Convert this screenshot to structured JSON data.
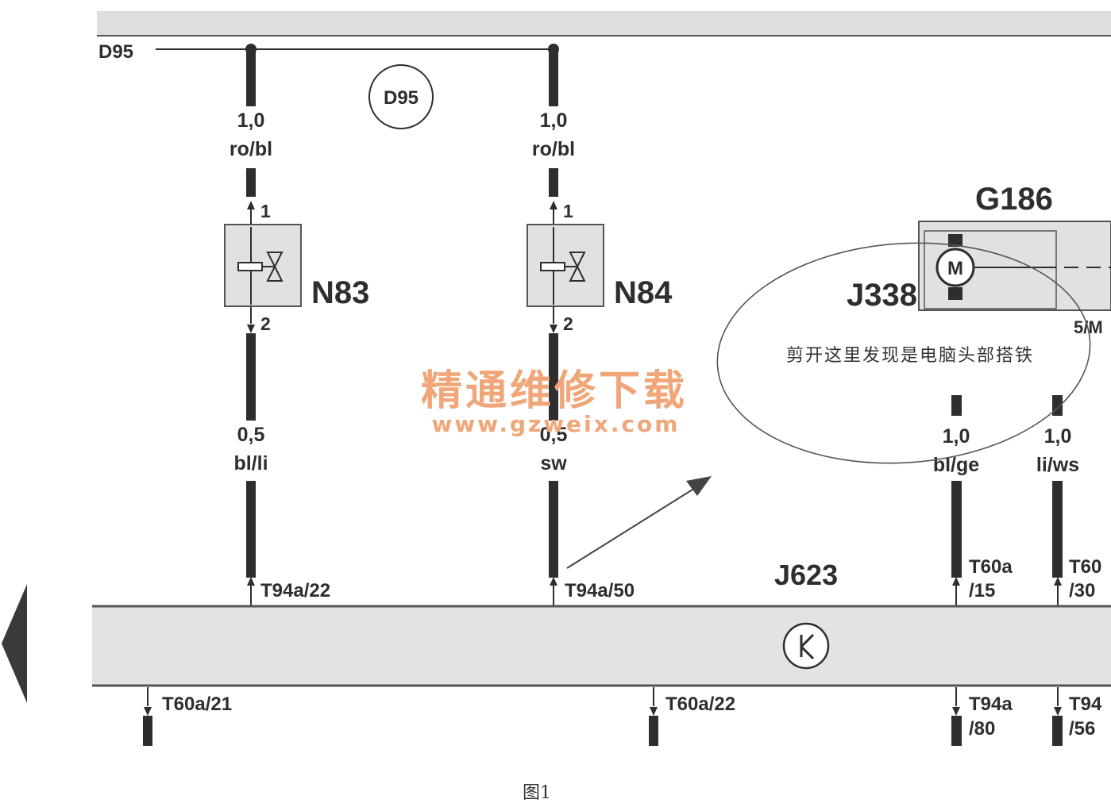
{
  "colors": {
    "background": "#ffffff",
    "frame": "#d6d6d6",
    "wire": "#2e2e2e",
    "ecu_fill": "#e3e3e3",
    "component_fill": "#e1e1e1",
    "watermark": "#f0a678"
  },
  "bus": {
    "name": "D95",
    "circle_label": "D95"
  },
  "components": {
    "n83": {
      "label": "N83",
      "pin_top": "1",
      "pin_bottom": "2"
    },
    "n84": {
      "label": "N84",
      "pin_top": "1",
      "pin_bottom": "2"
    },
    "g186": {
      "label": "G186",
      "motor_symbol": "M"
    },
    "j338": {
      "label": "J338",
      "side_text": "5/M"
    },
    "j623": {
      "label": "J623",
      "icon": "ground-k-icon"
    }
  },
  "wires": {
    "left_top": {
      "size": "1,0",
      "color": "ro/bl"
    },
    "left_bottom": {
      "size": "0,5",
      "color": "bl/li"
    },
    "mid_top": {
      "size": "1,0",
      "color": "ro/bl"
    },
    "mid_bottom": {
      "size": "0,5",
      "color": "sw"
    },
    "right1": {
      "size": "1,0",
      "color": "bl/ge"
    },
    "right2": {
      "size": "1,0",
      "color": "li/ws"
    }
  },
  "connectors": {
    "top_left": "T94a/22",
    "top_mid": "T94a/50",
    "top_right1_a": "T60a",
    "top_right1_b": "/15",
    "top_right2_a": "T60",
    "top_right2_b": "/30",
    "bottom_left": "T60a/21",
    "bottom_mid": "T60a/22",
    "bottom_right1_a": "T94a",
    "bottom_right1_b": "/80",
    "bottom_right2_a": "T94",
    "bottom_right2_b": "/56"
  },
  "annotation": {
    "text": "剪开这里发现是电脑头部搭铁"
  },
  "watermark": {
    "cn": "精通维修下载",
    "url": "www.gzweix.com"
  },
  "caption": "图1"
}
